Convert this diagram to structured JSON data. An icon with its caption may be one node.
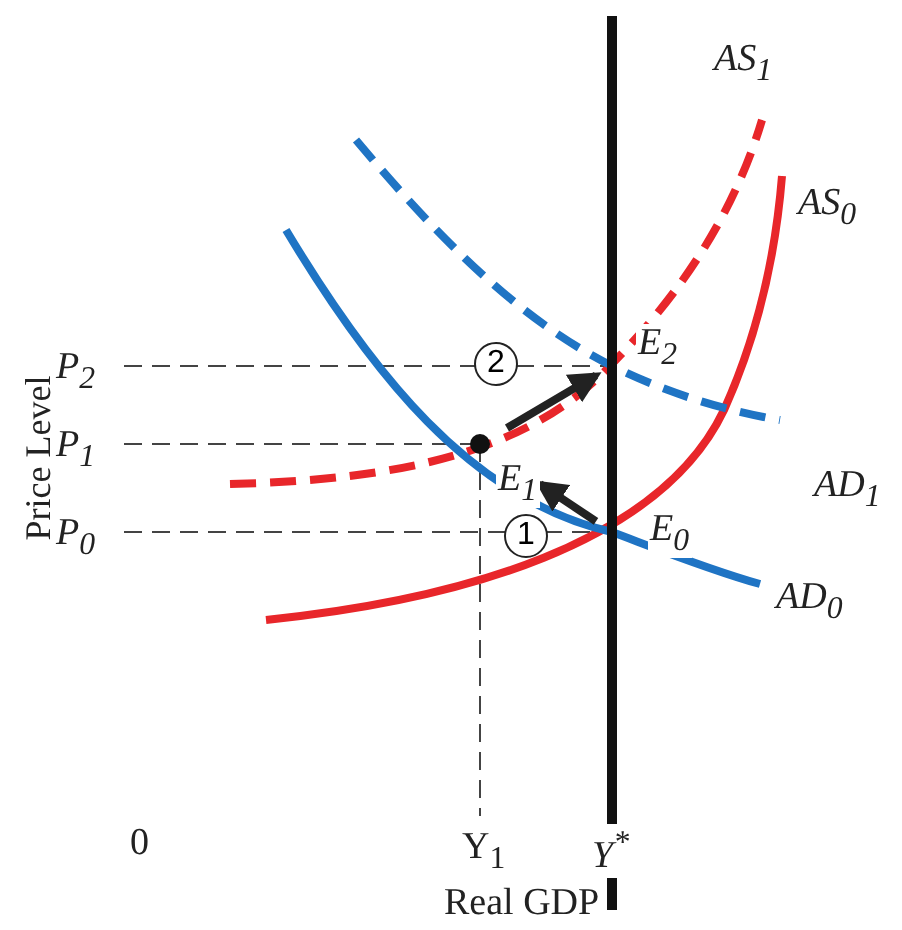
{
  "diagram": {
    "nodes": [
      {
        "text": [
          "E$_{0}$"
        ]
      },
      {
        "text": [
          "E$_{1}$"
        ]
      },
      {
        "text": [
          "E$_{2}$"
        ]
      }
    ],
    "edges": [
      {
        "from": 0,
        "to": 1,
        "arrow": "to",
        "label": "1"
      },
      {
        "from": 1,
        "to": 2,
        "arrow": "to",
        "label": "2"
      }
    ],
    "labels": [
      "AS$_{1}$",
      "AS$_{0}$",
      "P$_{2}$",
      "AD$_{1}$",
      "P$_{1}$",
      "P$_{0}$",
      "AD$_{0}$",
      "Price Level",
      "0",
      "Y$_{1}$",
      "Y$^{*}$",
      "Real GDP"
    ]
  }
}
